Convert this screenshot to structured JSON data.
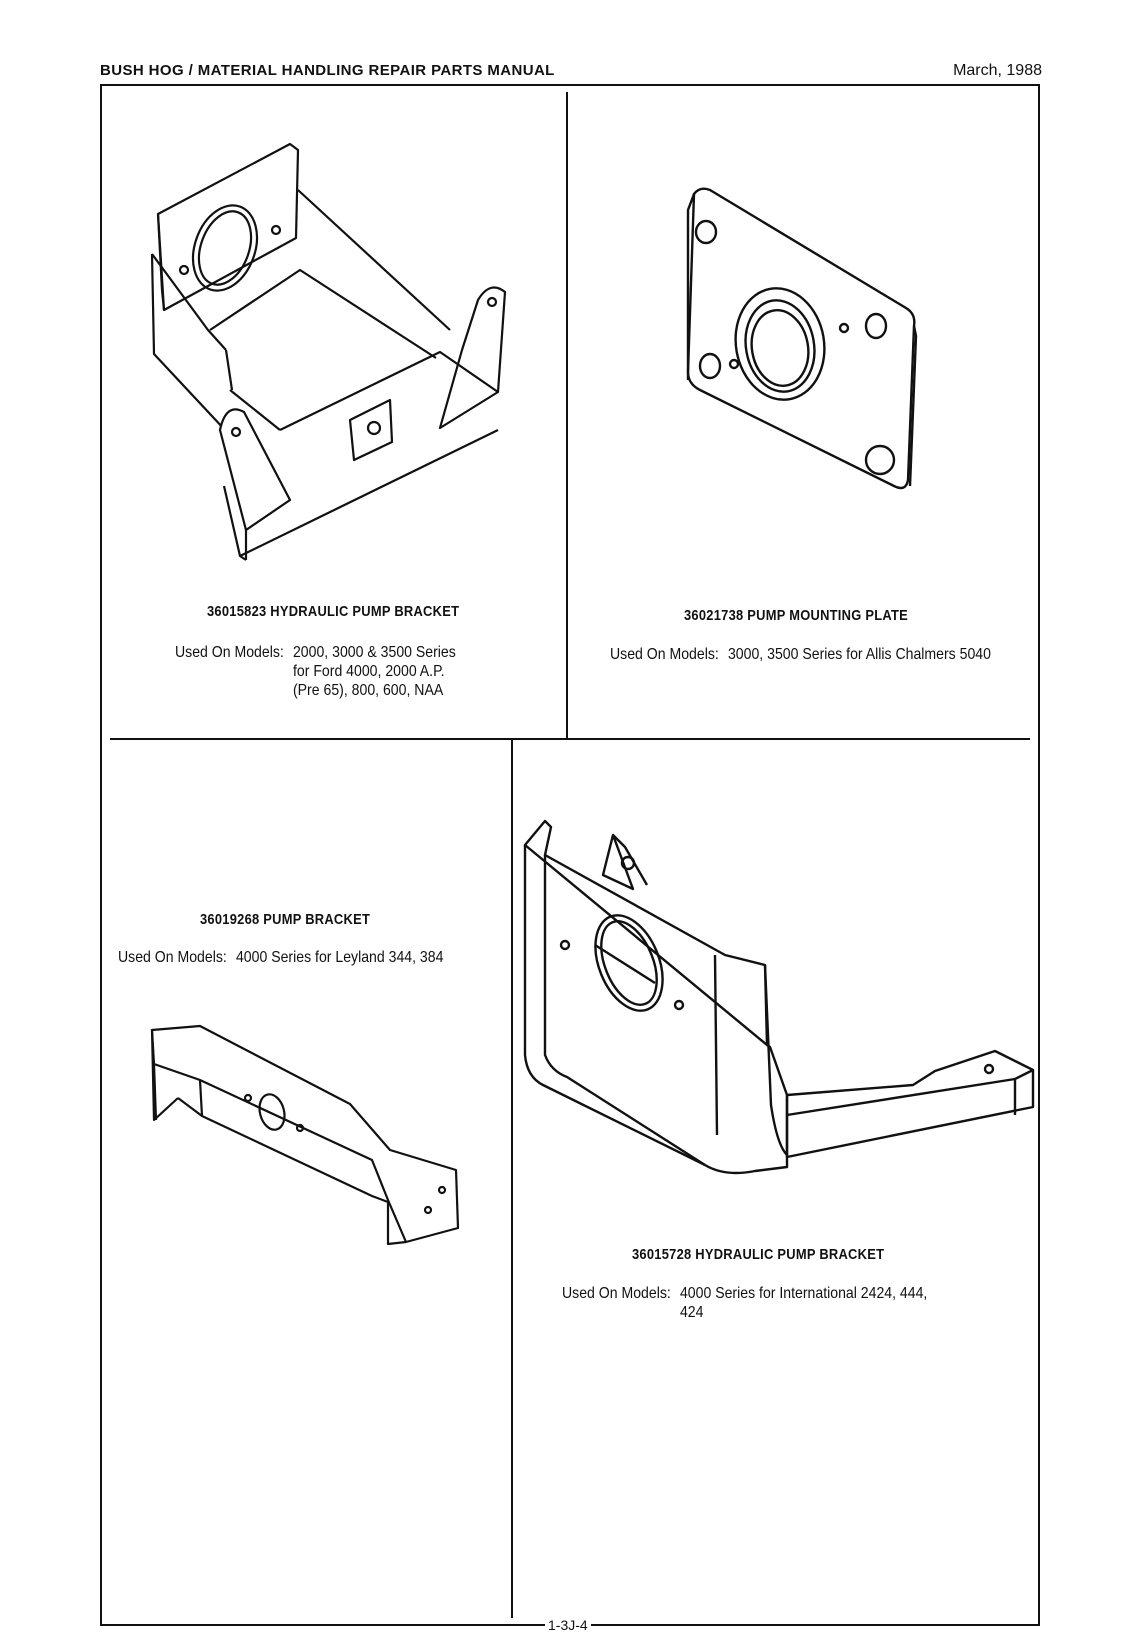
{
  "header": {
    "title": "BUSH HOG / MATERIAL HANDLING REPAIR PARTS MANUAL",
    "date": "March, 1988"
  },
  "parts": [
    {
      "part_no": "36015823 HYDRAULIC PUMP BRACKET",
      "used_on_label": "Used On Models:",
      "models_lines": [
        "2000, 3000 & 3500 Series",
        "for Ford 4000, 2000 A.P.",
        "(Pre 65), 800, 600, NAA"
      ]
    },
    {
      "part_no": "36021738 PUMP MOUNTING PLATE",
      "used_on_label": "Used On Models:",
      "models_lines": [
        "3000, 3500 Series for Allis Chalmers 5040"
      ]
    },
    {
      "part_no": "36019268 PUMP BRACKET",
      "used_on_label": "Used On Models:",
      "models_lines": [
        "4000 Series for Leyland 344, 384"
      ]
    },
    {
      "part_no": "36015728 HYDRAULIC PUMP BRACKET",
      "used_on_label": "Used On Models:",
      "models_lines": [
        "4000 Series for International 2424, 444,",
        "424"
      ]
    }
  ],
  "footer": {
    "page_number": "1-3J-4"
  },
  "colors": {
    "ink": "#111111",
    "paper": "#ffffff"
  }
}
